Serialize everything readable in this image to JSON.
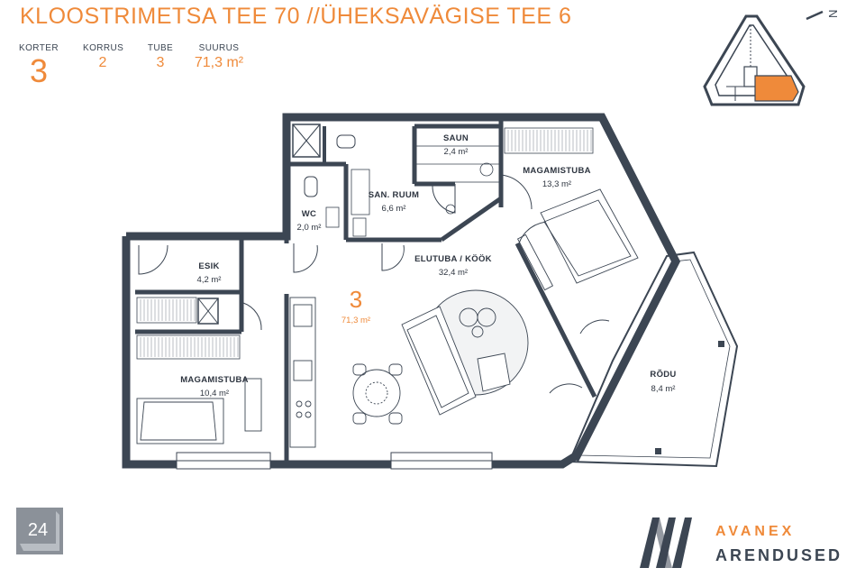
{
  "header": {
    "title": "KLOOSTRIMETSA TEE 70 //ÜHEKSAVÄGISE TEE 6",
    "stats": [
      {
        "label": "KORTER",
        "value": "3"
      },
      {
        "label": "KORRUS",
        "value": "2"
      },
      {
        "label": "TUBE",
        "value": "3"
      },
      {
        "label": "SUURUS",
        "value": "71,3 m²"
      }
    ]
  },
  "compass": {
    "label": "N",
    "icon": "north-arrow-icon"
  },
  "rooms": [
    {
      "name": "SAUN",
      "area": "2,4 m²"
    },
    {
      "name": "MAGAMISTUBA",
      "area": "13,3 m²"
    },
    {
      "name": "SAN. RUUM",
      "area": "6,6 m²"
    },
    {
      "name": "WC",
      "area": "2,0 m²"
    },
    {
      "name": "ESIK",
      "area": "4,2 m²"
    },
    {
      "name": "ELUTUBA / KÖÖK",
      "area": "32,4 m²"
    },
    {
      "name": "MAGAMISTUBA",
      "area": "10,4 m²"
    },
    {
      "name": "RÕDU",
      "area": "8,4 m²"
    }
  ],
  "unit_marker": {
    "number": "3",
    "area": "71,3 m²"
  },
  "page_badge": "24",
  "brand": {
    "line1": "AVANEX",
    "line2": "ARENDUSED"
  },
  "colors": {
    "accent": "#ef8a3a",
    "wall": "#3c4653",
    "text": "#2e3540"
  }
}
